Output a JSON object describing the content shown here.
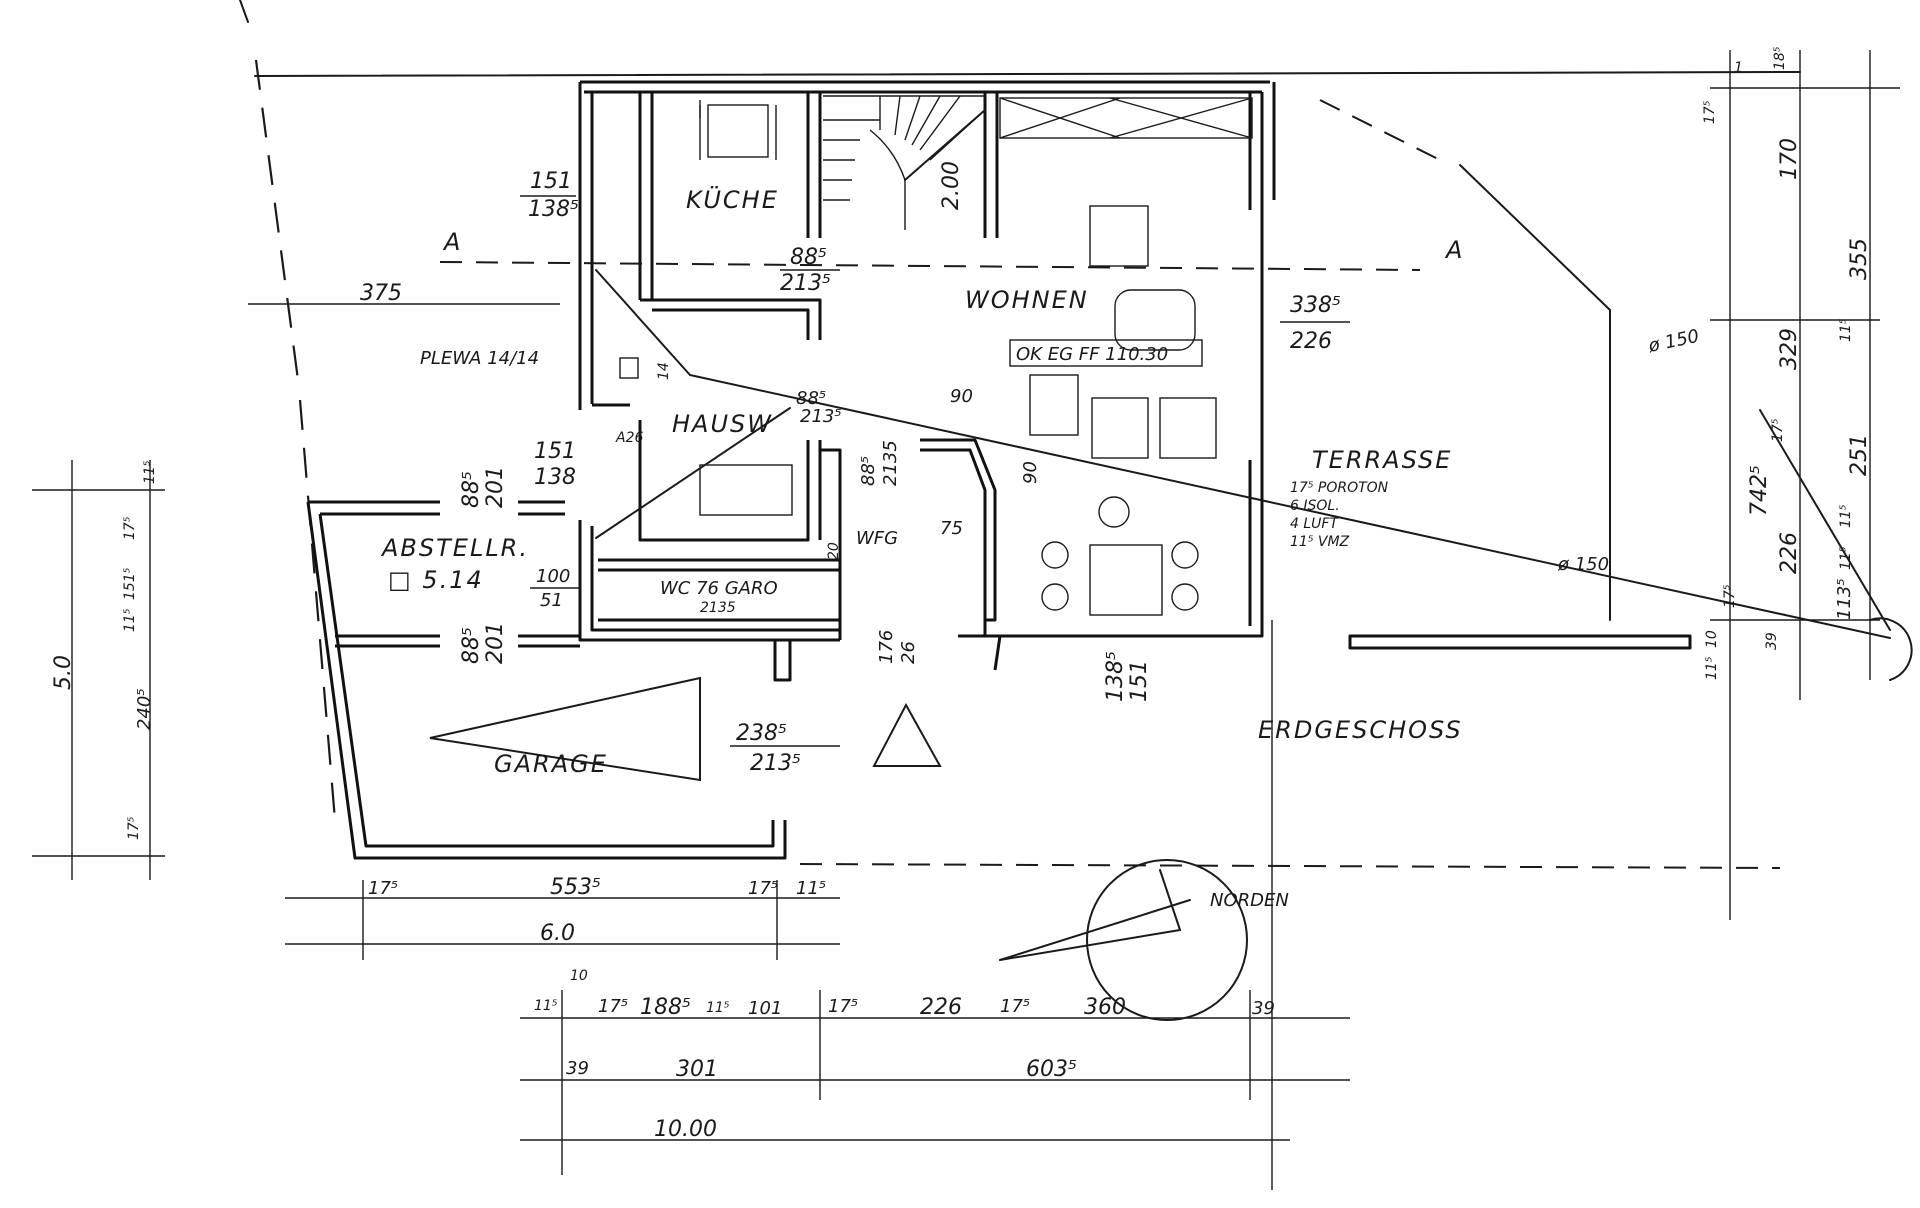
{
  "rooms": {
    "kueche": "KÜCHE",
    "wohnen": "WOHNEN",
    "terrasse": "TERRASSE",
    "hausw": "HAUSW",
    "abstellr": "ABSTELLR.",
    "abstellr_area": "□ 5.14",
    "wc_garo": "WC 76 GARO",
    "garage": "GARAGE",
    "wfg": "WFG",
    "erdgeschoss": "ERDGESCHOSS",
    "norden": "NORDEN"
  },
  "labels": {
    "section_a_left": "A",
    "section_a_right": "A",
    "level_mark": "OK EG FF 110.30",
    "plewa": "PLEWA 14/14",
    "a26": "A26",
    "pipe_1": "ø 150",
    "pipe_2": "ø 150",
    "wall_layers": [
      "17⁵ POROTON",
      "6 ISOL.",
      "4 LUFT",
      "11⁵ VMZ"
    ]
  },
  "openings": {
    "kueche_w": "151",
    "kueche_h": "138⁵",
    "kueche_door_w": "88⁵",
    "kueche_door_h": "213⁵",
    "stair_h": "2.00",
    "wohnen_w": "338⁵",
    "wohnen_h": "226",
    "hausw_w": "88⁵",
    "hausw_h": "213⁵",
    "hausw_win_w": "151",
    "hausw_win_h": "138",
    "stair_door_w": "88⁵",
    "stair_door_h": "2135",
    "abst_w": "88⁵",
    "abst_h": "201",
    "abst_door_w": "88⁵",
    "abst_door_h": "201",
    "wc_w": "100",
    "wc_h": "51",
    "wc_door": "2135",
    "garage_w": "238⁵",
    "garage_h": "213⁵",
    "entry_w": "176",
    "entry_h": "26",
    "terr_w": "138⁵",
    "terr_h": "151",
    "d_90a": "90",
    "d_90b": "90",
    "d_75": "75",
    "d_14": "14",
    "d_20": "20",
    "d_375": "375"
  },
  "dims_bottom": {
    "row1": [
      "17⁵",
      "553⁵",
      "17⁵",
      "11⁵"
    ],
    "row1_total": "6.0",
    "row2": [
      "11⁵",
      "10",
      "17⁵",
      "188⁵",
      "11⁵",
      "101",
      "17⁵",
      "226",
      "17⁵",
      "360",
      "39"
    ],
    "row3": [
      "39",
      "301",
      "603⁵"
    ],
    "row4_total": "10.00"
  },
  "dims_right": {
    "top": [
      "1",
      "18⁵",
      "17⁵",
      "170",
      "355"
    ],
    "mid": [
      "329",
      "11⁵",
      "17⁵",
      "251",
      "742⁵",
      "11⁵",
      "226",
      "11⁵",
      "113⁵",
      "17⁵"
    ],
    "bottom": [
      "10",
      "39",
      "11⁵"
    ]
  },
  "dims_left": {
    "values": [
      "11⁵",
      "17⁵",
      "151⁵",
      "11⁵",
      "240⁵",
      "17⁵"
    ],
    "total": "5.0"
  }
}
